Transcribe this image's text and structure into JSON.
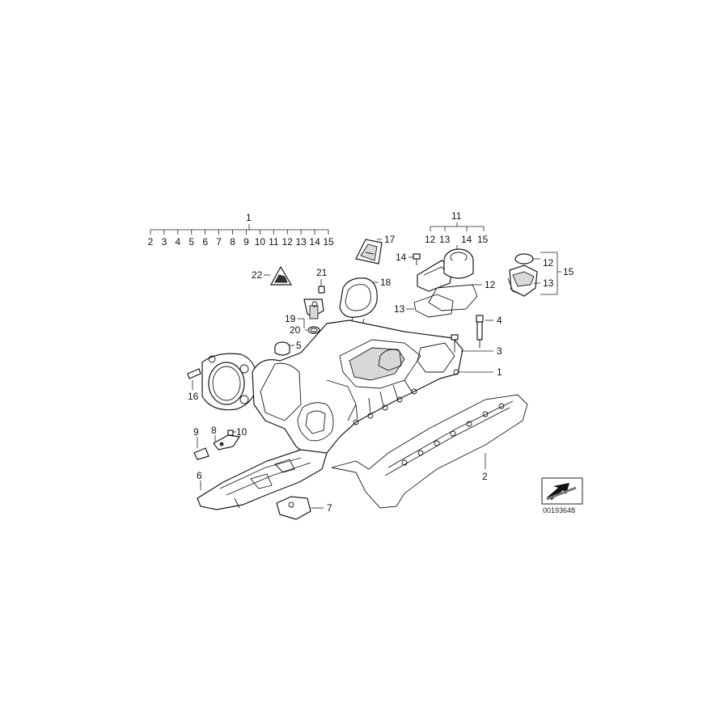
{
  "diagram": {
    "header_main": "1",
    "header_sub": [
      "2",
      "3",
      "4",
      "5",
      "6",
      "7",
      "8",
      "9",
      "10",
      "11",
      "12",
      "13",
      "14",
      "15"
    ],
    "group11_main": "11",
    "group11_sub": [
      "12",
      "13",
      "14",
      "15"
    ],
    "labels": {
      "p1": "1",
      "p2": "2",
      "p3": "3",
      "p4": "4",
      "p5": "5",
      "p6": "6",
      "p7": "7",
      "p8": "8",
      "p9": "9",
      "p10": "10",
      "p11": "11",
      "p12a": "12",
      "p12b": "12",
      "p13a": "13",
      "p13b": "13",
      "p14": "14",
      "p15": "15",
      "p16": "16",
      "p17": "17",
      "p18": "18",
      "p19": "19",
      "p20": "20",
      "p21": "21",
      "p22": "22"
    },
    "reference_number": "00193648",
    "colors": {
      "line": "#1a1a1a",
      "shade": "#d8d8d8",
      "paper": "#ffffff"
    }
  }
}
